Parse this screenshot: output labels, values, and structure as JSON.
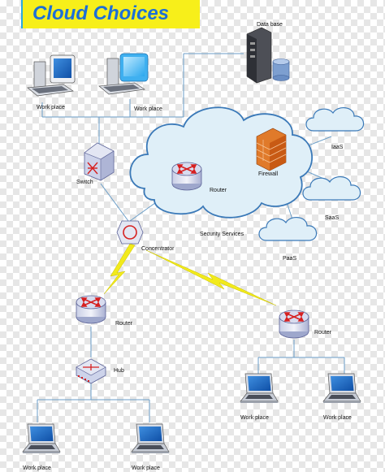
{
  "title": "Cloud Choices",
  "labels": {
    "database": "Data base",
    "workplace_1": "Work place",
    "workplace_2": "Work place",
    "switch": "Switch",
    "router_cloud": "Router",
    "firewall": "Firewall",
    "iaas": "IaaS",
    "saas": "SaaS",
    "paas": "PaaS",
    "security_services": "Security Services",
    "concentrator": "Concentrator",
    "router_left": "Router",
    "router_right": "Router",
    "hub": "Hub",
    "workplace_3": "Work place",
    "workplace_4": "Work place",
    "workplace_5": "Work place",
    "workplace_6": "Work place"
  },
  "colors": {
    "title_bg": "#f7ef1a",
    "title_text": "#1d6fd6",
    "cloud_fill": "#dfeff8",
    "cloud_stroke": "#3a79b8",
    "line": "#6b9ec8",
    "lightning": "#f2ea1c",
    "device_red": "#d62020"
  },
  "icons": [
    "desktop-computer-icon",
    "server-icon",
    "database-icon",
    "switch-icon",
    "router-icon",
    "firewall-icon",
    "concentrator-icon",
    "hub-icon",
    "laptop-icon",
    "cloud-icon",
    "lightning-icon"
  ]
}
